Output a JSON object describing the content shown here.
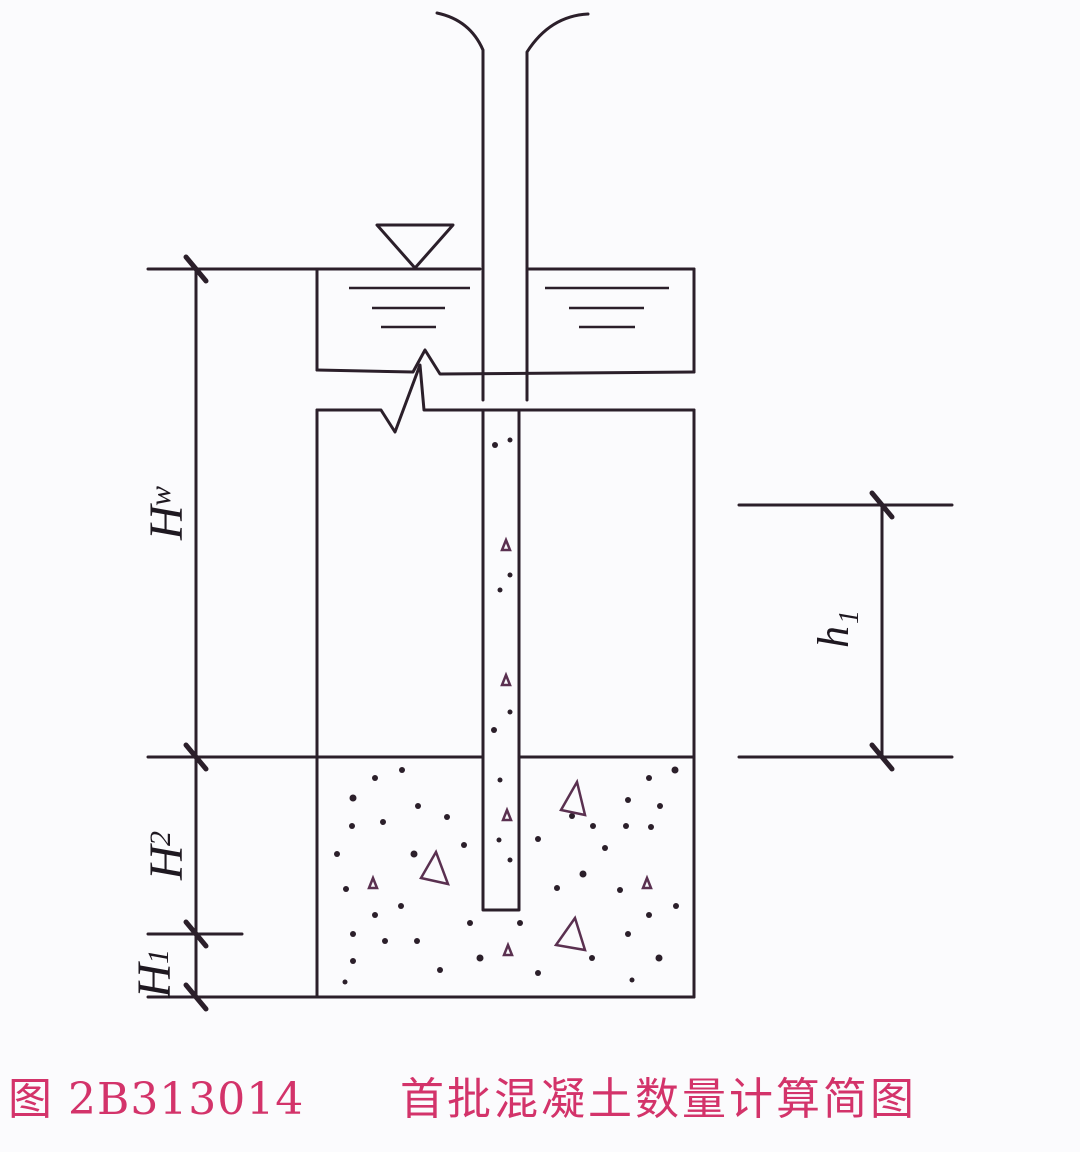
{
  "figure": {
    "number": "图 2B313014",
    "title": "首批混凝土数量计算简图"
  },
  "labels": {
    "hw": "H",
    "hw_sub": "w",
    "h2": "H",
    "h2_sub": "2",
    "h1": "H",
    "h1_sub": "1",
    "small_h1": "h",
    "small_h1_sub": "1"
  },
  "colors": {
    "line": "#2b1f2a",
    "caption": "#d3336a",
    "background": "#fbfbfd"
  }
}
